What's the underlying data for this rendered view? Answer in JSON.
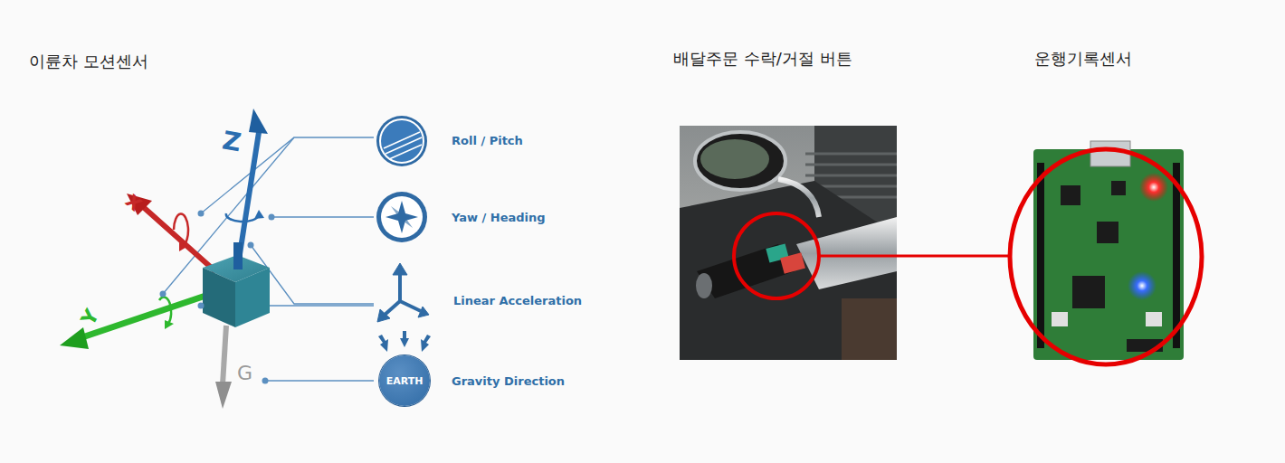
{
  "diagram": {
    "nodes": [
      {
        "text": [
          "EARTH"
        ]
      }
    ],
    "labels": [
      "이륜차 모션센서",
      "Z",
      "X",
      "Y",
      "G",
      "Roll / Pitch",
      "Yaw / Heading",
      "Linear Acceleration",
      "Gravity Direction",
      "배달주문 수락/거절 버튼",
      "운행기록센서"
    ]
  }
}
